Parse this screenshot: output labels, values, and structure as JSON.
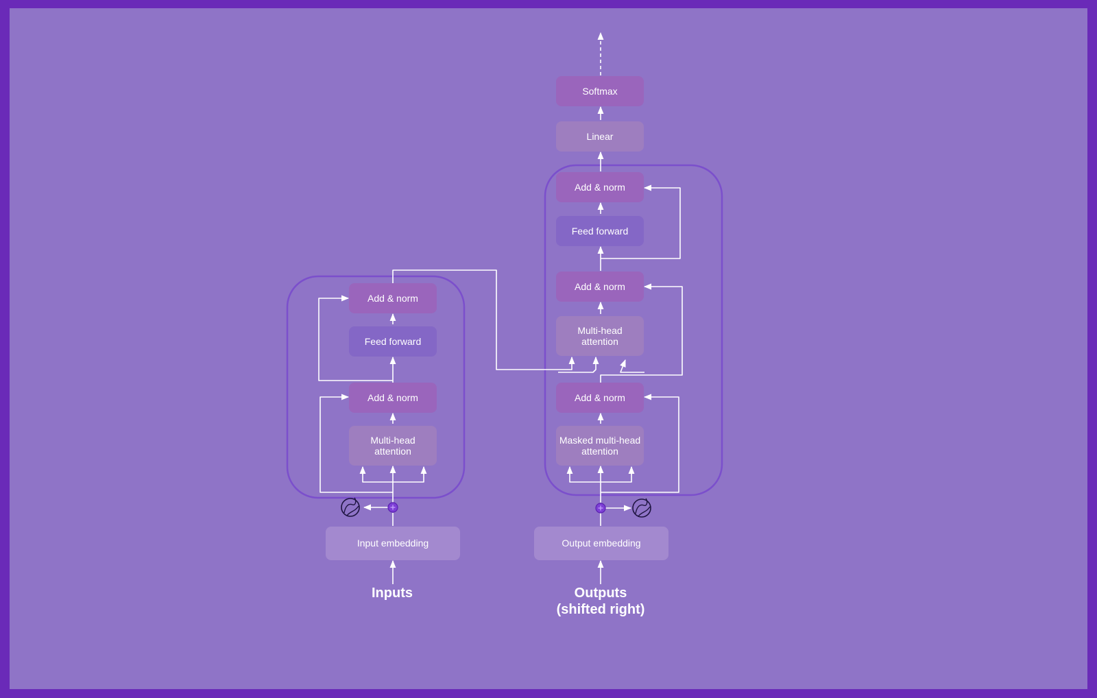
{
  "colors": {
    "frame": "#6a2ab8",
    "background": "#8f74c7",
    "norm_block": "#9a65bc",
    "ffn_block": "#8467c6",
    "attention_block": "#9e7ebf",
    "embedding_block": "#a389cf",
    "container_stroke": "#7b4fcc",
    "add_node": "#7d3ed6",
    "wire": "#ffffff"
  },
  "encoder": {
    "add_norm_top": "Add & norm",
    "feed_forward": "Feed forward",
    "add_norm_bottom": "Add & norm",
    "attention_line1": "Multi-head",
    "attention_line2": "attention",
    "embedding": "Input embedding",
    "input_label": "Inputs",
    "positional_icon": "positional-encoding-icon",
    "add_icon": "plus-circle-icon"
  },
  "decoder": {
    "softmax": "Softmax",
    "linear": "Linear",
    "add_norm_top": "Add & norm",
    "feed_forward": "Feed forward",
    "add_norm_middle": "Add & norm",
    "cross_attention_line1": "Multi-head",
    "cross_attention_line2": "attention",
    "add_norm_bottom": "Add & norm",
    "masked_attention_line1": "Masked multi-head",
    "masked_attention_line2": "attention",
    "embedding": "Output embedding",
    "output_label_line1": "Outputs",
    "output_label_line2": "(shifted right)",
    "positional_icon": "positional-encoding-icon",
    "add_icon": "plus-circle-icon"
  }
}
